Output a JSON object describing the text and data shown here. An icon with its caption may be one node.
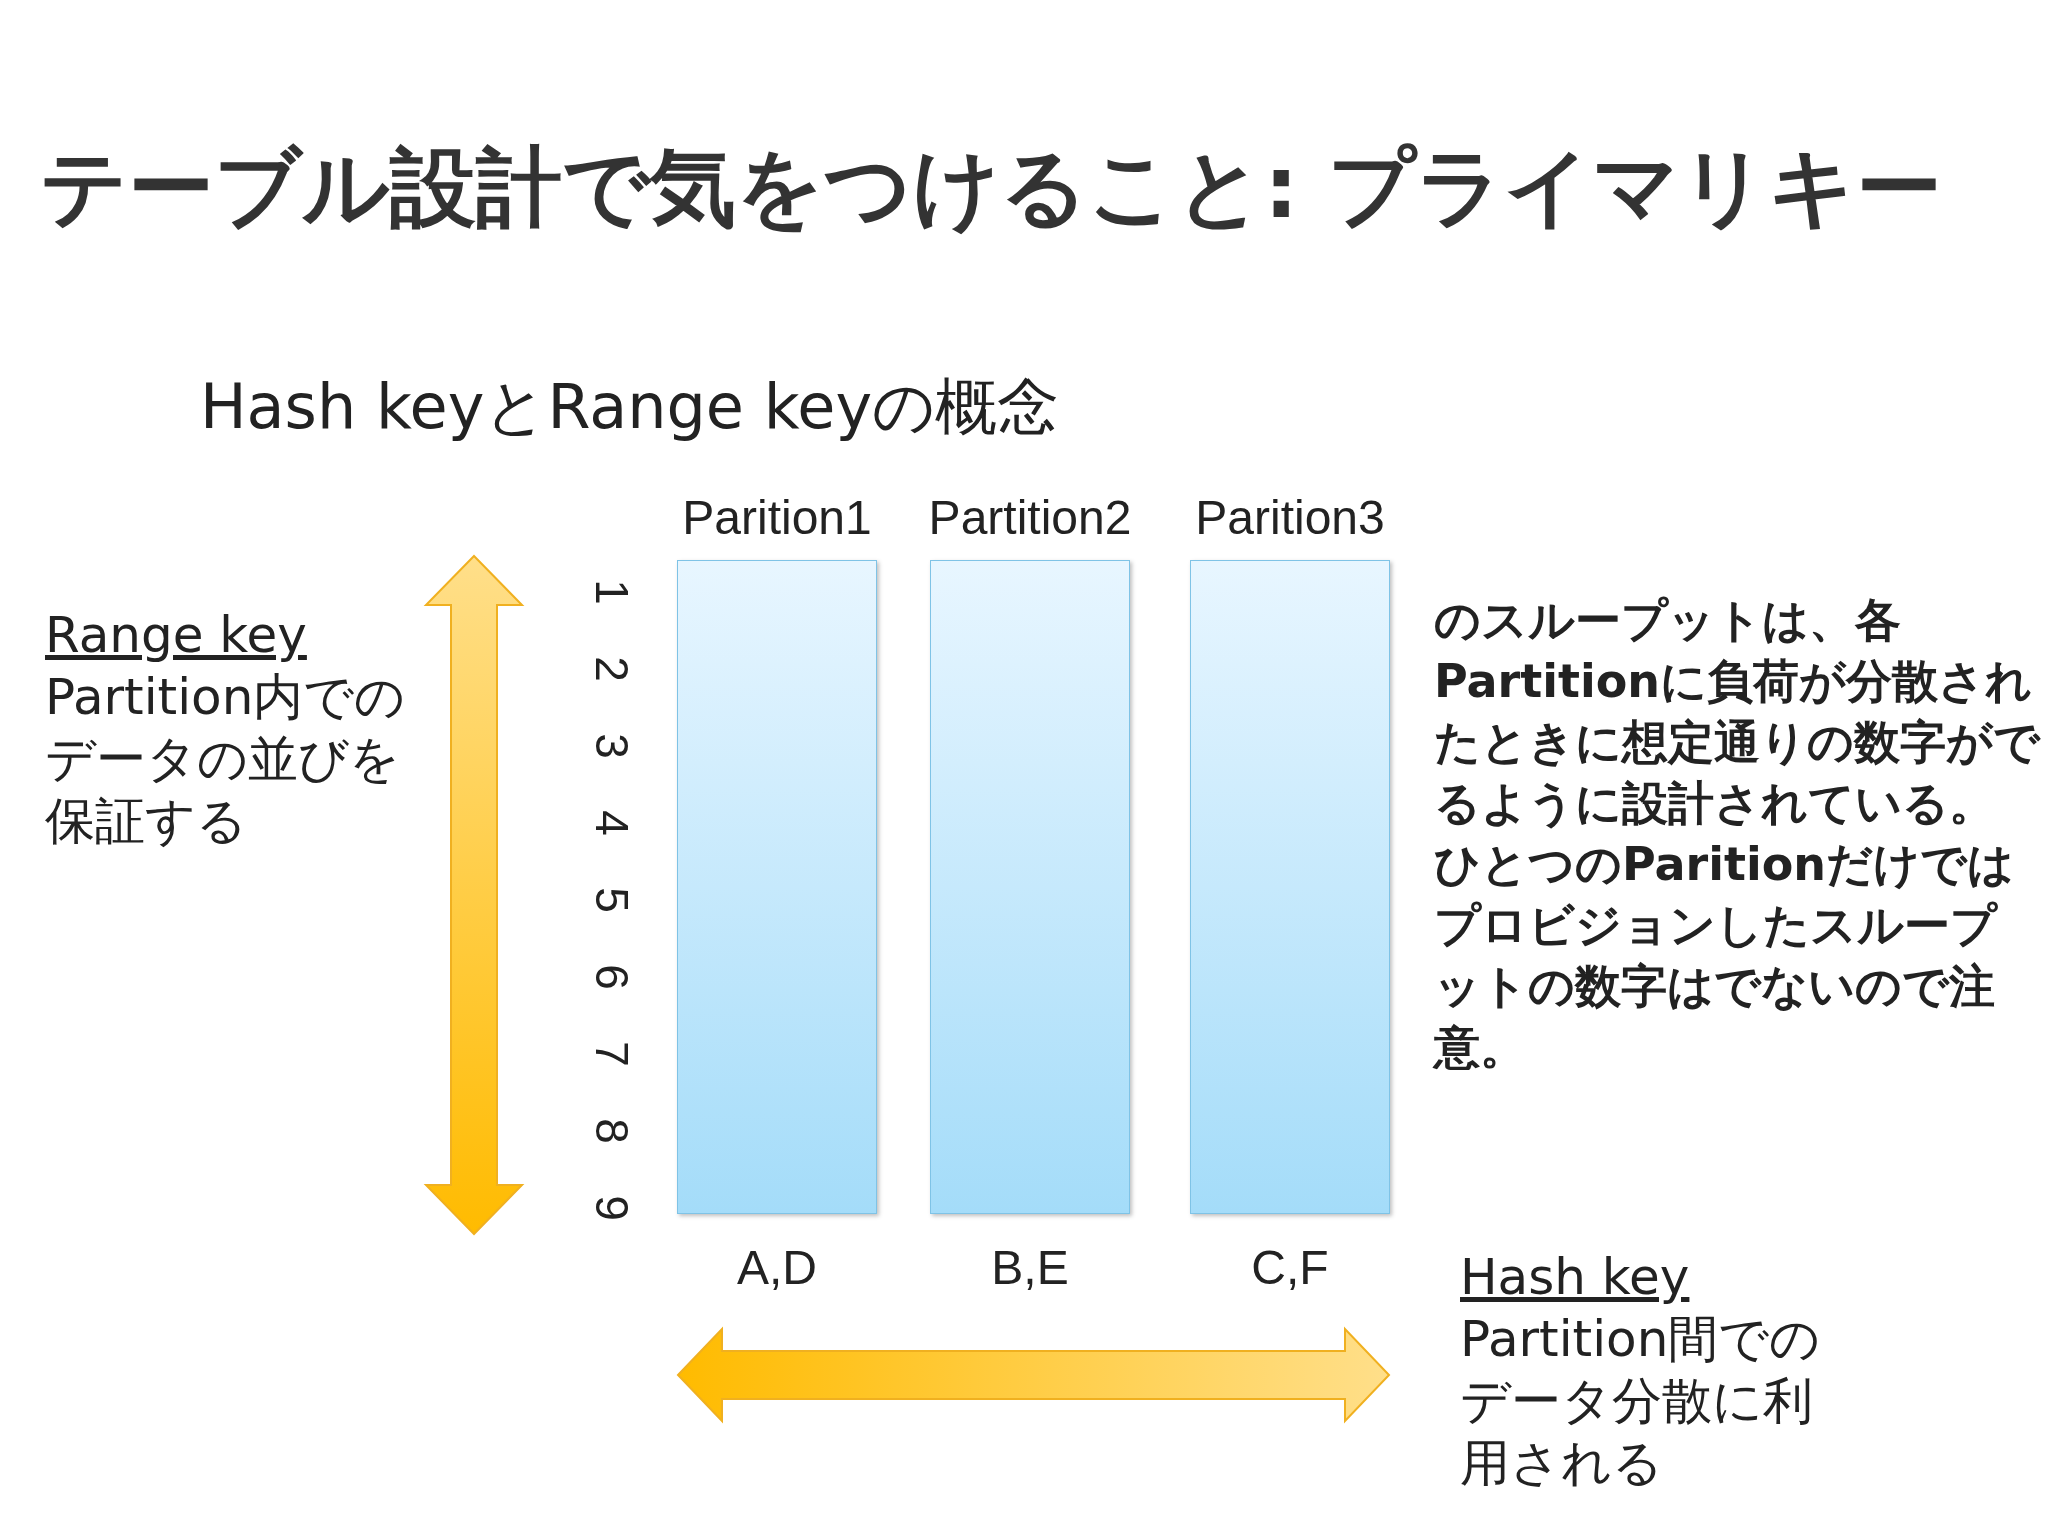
{
  "diagram": {
    "title": "テーブル設計で気をつけること: プライマリキー",
    "nodes": [
      {
        "text": [
          "Parition1"
        ],
        "beside": [
          "A,D"
        ]
      },
      {
        "text": [
          "Partition2"
        ],
        "beside": [
          "B,E"
        ]
      },
      {
        "text": [
          "Parition3"
        ],
        "beside": [
          "C,F"
        ]
      }
    ],
    "edges": [],
    "labels": [
      "Hash keyとRange keyの概念",
      "Range key",
      "Partition内でのデータの並びを保証する",
      "1",
      "2",
      "3",
      "4",
      "5",
      "6",
      "7",
      "8",
      "9",
      "のスループットは、各Partitionに負荷が分散されたときに想定通りの数字がでるように設計されている。ひとつのParitionだけではプロビジョンしたスループットの数字はでないので注意。",
      "Hash key",
      "Partition間でのデータ分散に利用される"
    ]
  }
}
